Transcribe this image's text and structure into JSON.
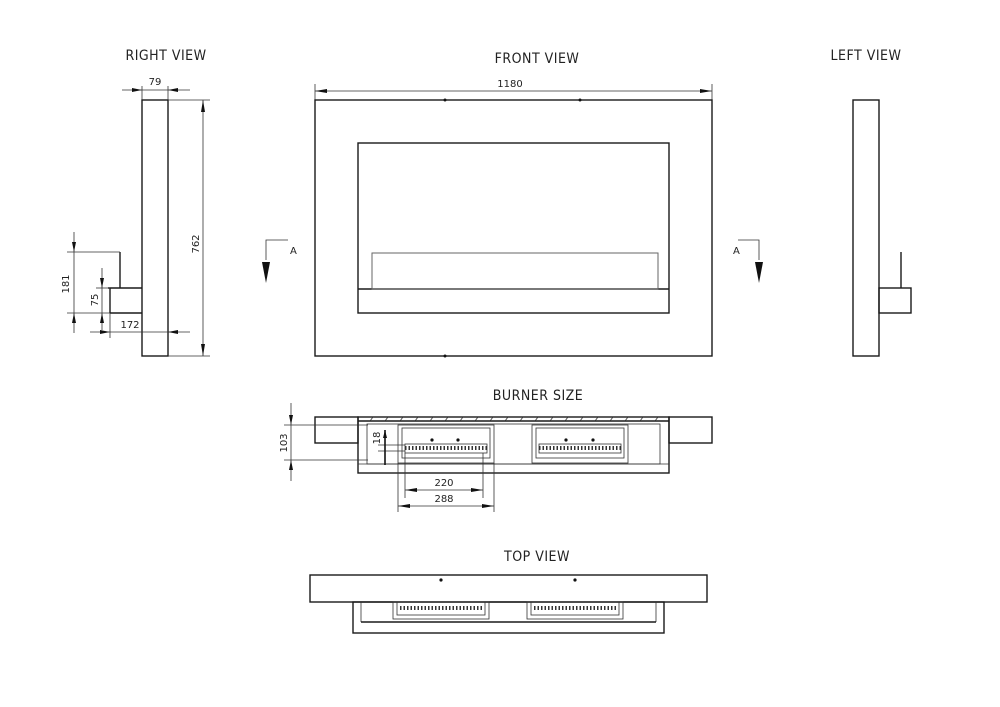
{
  "views": {
    "right_view": {
      "title": "RIGHT VIEW"
    },
    "front_view": {
      "title": "FRONT VIEW"
    },
    "left_view": {
      "title": "LEFT VIEW"
    },
    "burner_size": {
      "title": "BURNER SIZE"
    },
    "top_view": {
      "title": "TOP VIEW"
    }
  },
  "dimensions": {
    "right_depth": "79",
    "right_height": "762",
    "right_shelf_height": "181",
    "right_burner_height": "75",
    "right_projection": "172",
    "front_width": "1180",
    "burner_depth": "103",
    "burner_gap": "18",
    "burner_inner_width": "220",
    "burner_outer_width": "288"
  },
  "section_markers": {
    "left": "A",
    "right": "A"
  }
}
